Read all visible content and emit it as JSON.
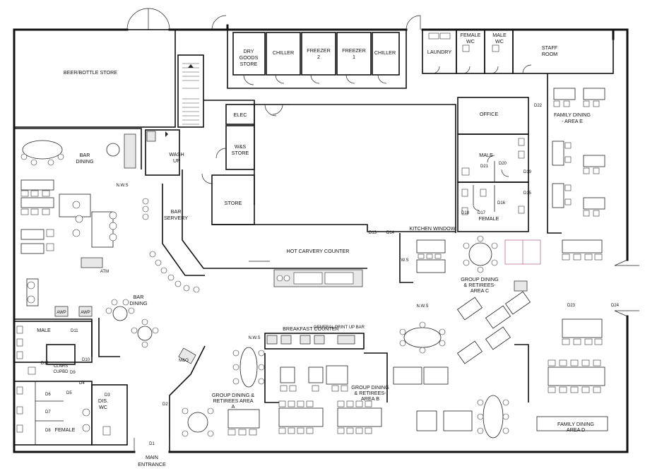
{
  "plan": {
    "rooms": {
      "beer_store": "BEER/BOTTLE STORE",
      "dry_goods": [
        "DRY",
        "GOODS",
        "STORE"
      ],
      "chiller1": "CHILLER",
      "freezer2": [
        "FREEZER",
        "2"
      ],
      "freezer1": [
        "FREEZER",
        "1"
      ],
      "chiller2": "CHILLER",
      "laundry": "LAUNDRY",
      "female_wc": [
        "FEMALE",
        "WC"
      ],
      "male_wc": [
        "MALE",
        "WC"
      ],
      "staff_room": [
        "STAFF",
        "ROOM"
      ],
      "bar_dining_top": [
        "BAR",
        "DINING"
      ],
      "wash_up": [
        "WASH",
        "UP"
      ],
      "elec": "ELEC",
      "ws_store": [
        "W&S",
        "STORE"
      ],
      "store": "STORE",
      "office": "OFFICE",
      "male_right": "MALE",
      "female_right": "FEMALE",
      "bar_servery": [
        "BAR",
        "SERVERY"
      ],
      "hot_carvery": "HOT CARVERY COUNTER",
      "kitchen_window": "KITCHEN WINDOW",
      "family_e": [
        "FAMILY DINING",
        "- AREA E"
      ],
      "group_c": [
        "GROUP DINING",
        "& RETIREES-",
        "AREA C"
      ],
      "bar_dining_mid": [
        "BAR",
        "DINING"
      ],
      "atm": "ATM",
      "awp1": "AWP",
      "awp2": "AWP",
      "male_left": "MALE",
      "clnrs": [
        "CLNRS",
        "CUPBD"
      ],
      "female_left": "FEMALE",
      "dis_wc": [
        "DIS.",
        "WC"
      ],
      "mo": "M&O",
      "breakfast": "BREAKFAST COUNTER",
      "group_a": [
        "GROUP DINING &",
        "RETIREES AREA",
        "A"
      ],
      "group_b": [
        "GROUP  DINING",
        "& RETIREES-",
        "AREA B"
      ],
      "family_d": [
        "FAMILY  DINING",
        "AREA D"
      ],
      "main_entrance": [
        "MAIN",
        "ENTRANCE"
      ],
      "nws1": "N.W.S",
      "nws2": "N.W.S",
      "nws3": "N.W.S",
      "ws": "W.S",
      "gen_label": "GENERAL PRINT UP BAR"
    },
    "doors": {
      "D1": "D1",
      "D2": "D2",
      "D3": "D3",
      "D4": "D4",
      "D5": "D5",
      "D6": "D6",
      "D7": "D7",
      "D8": "D8",
      "D9": "D9",
      "D10": "D10",
      "D11": "D11",
      "D12": "D12",
      "D13": "D13",
      "D14": "D14",
      "D15": "D15",
      "D16": "D16",
      "D17": "D17",
      "D18": "D18",
      "D19": "D19",
      "D20": "D20",
      "D21": "D21",
      "D22": "D22",
      "D23": "D23",
      "D24": "D24"
    }
  }
}
